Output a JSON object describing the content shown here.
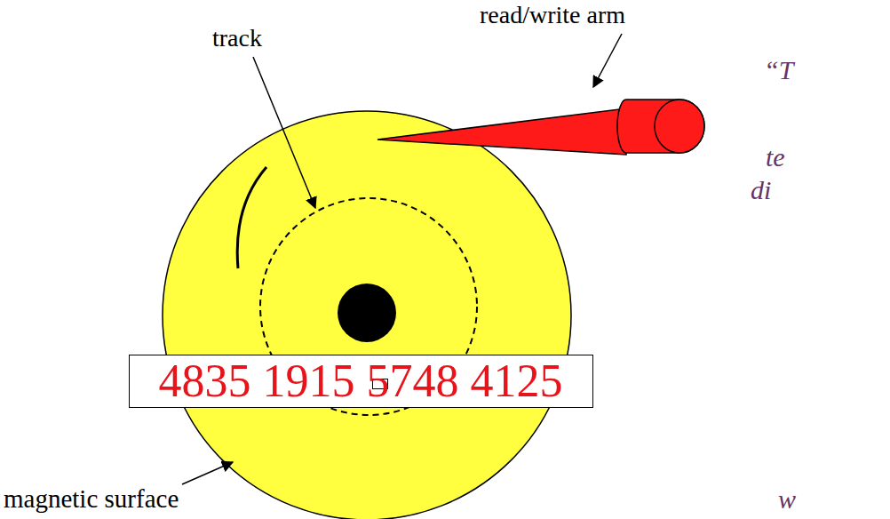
{
  "diagram": {
    "nodes": [
      {
        "text": [
          "4835 1915 5748 4125"
        ]
      }
    ],
    "labels": [
      "read/write arm",
      "track",
      "“T",
      "te",
      "di",
      "magnetic surface",
      "w"
    ]
  }
}
